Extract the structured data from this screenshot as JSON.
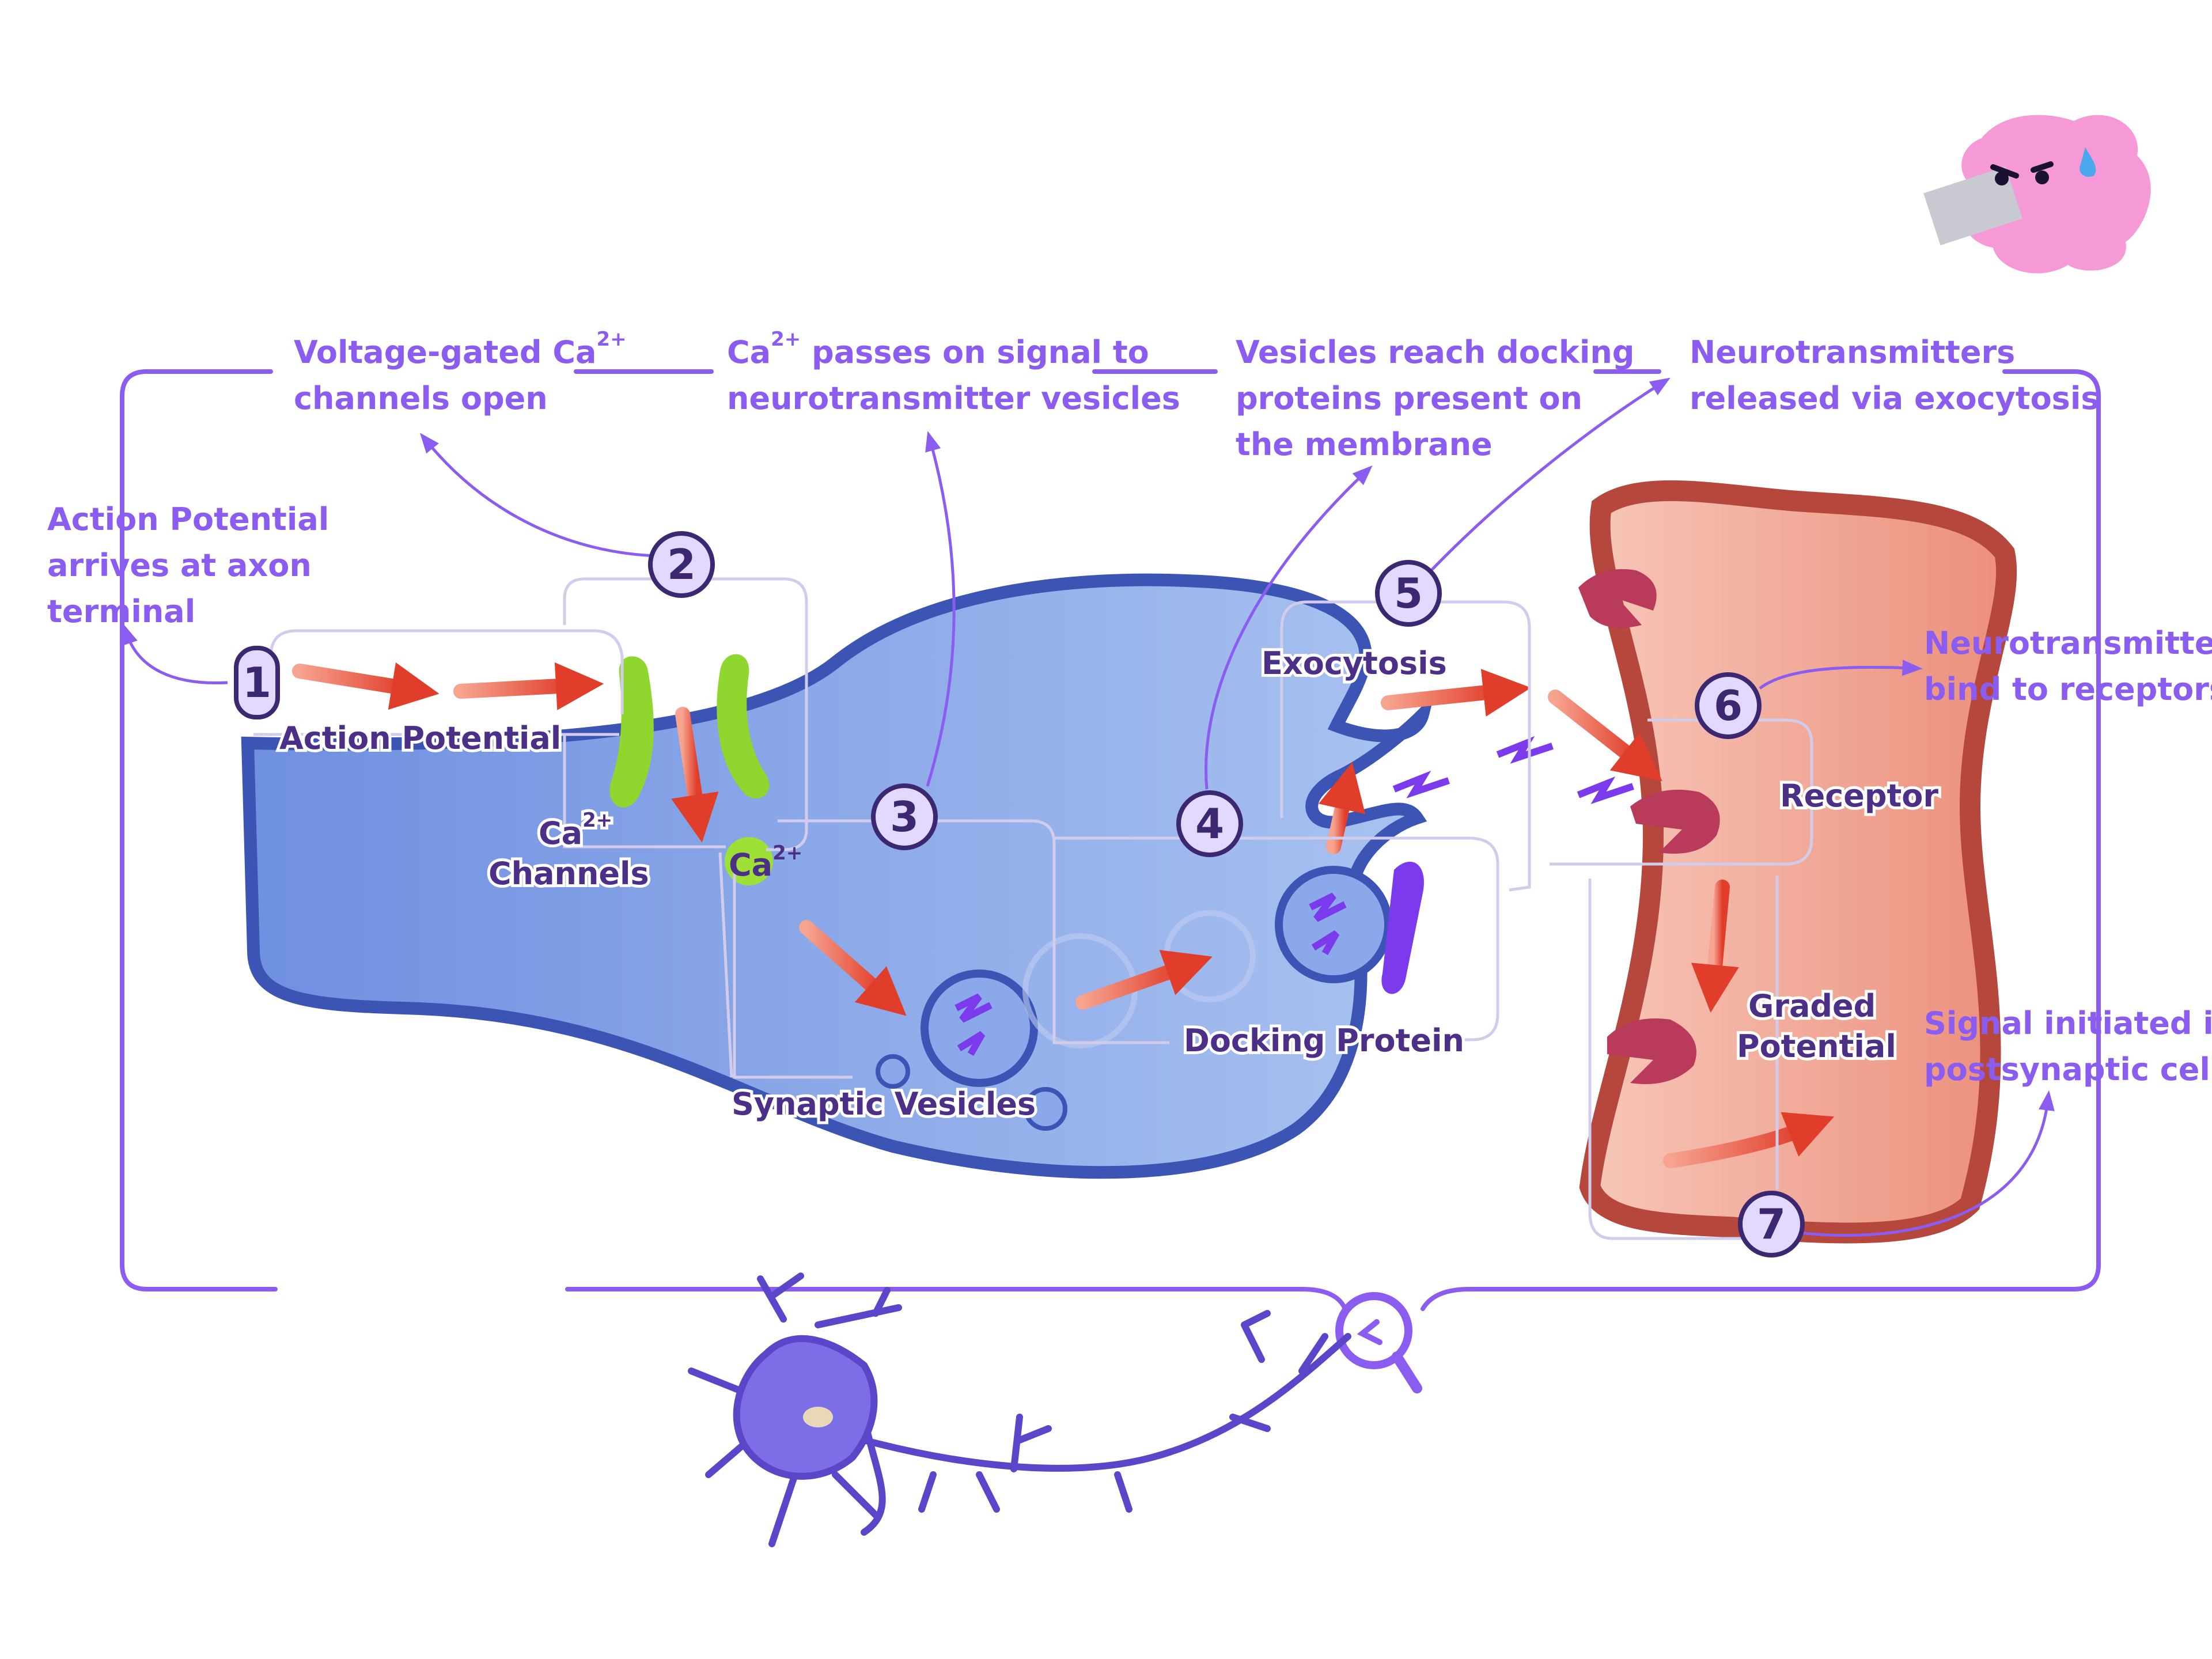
{
  "steps": [
    {
      "number": "1",
      "caption": [
        "Action Potential",
        "arrives at axon",
        "terminal"
      ]
    },
    {
      "number": "2",
      "caption_line1": "Voltage-gated Ca",
      "caption_line1_sup": "2+",
      "caption_line2": "channels open"
    },
    {
      "number": "3",
      "caption_line1_pre": "Ca",
      "caption_line1_sup": "2+",
      "caption_line1_post": " passes on signal to",
      "caption_line2": "neurotransmitter vesicles"
    },
    {
      "number": "4",
      "caption": [
        "Vesicles reach docking",
        "proteins present on",
        "the membrane"
      ]
    },
    {
      "number": "5",
      "caption": [
        "Neurotransmitters",
        "released via exocytosis"
      ]
    },
    {
      "number": "6",
      "caption": [
        "Neurotransmitters",
        "bind to receptors"
      ]
    },
    {
      "number": "7",
      "caption": [
        "Signal initiated in",
        "postsynaptic cell"
      ]
    }
  ],
  "labels": {
    "action_potential": "Action Potential",
    "ca_channels_ca": "Ca",
    "ca_channels_sup": "2+",
    "ca_channels_word": "Channels",
    "ca_ion": "Ca",
    "ca_ion_sup": "2+",
    "synaptic_vesicles": "Synaptic Vesicles",
    "docking_protein": "Docking Protein",
    "exocytosis": "Exocytosis",
    "receptor": "Receptor",
    "graded_potential_line1": "Graded",
    "graded_potential_line2": "Potential"
  },
  "colors": {
    "accent": "#8b5cf0",
    "axon_fill": "#7d9be6",
    "axon_outline": "#3c55b5",
    "ion_channel": "#8fd62e",
    "postsynaptic_fill": "#f4b1a3",
    "postsynaptic_outline": "#b5473c",
    "receptor": "#b93a5a",
    "signal_arrow": "#e5503a"
  },
  "icons": [
    "mascot-icon",
    "magnifier-icon",
    "neuron-icon"
  ]
}
